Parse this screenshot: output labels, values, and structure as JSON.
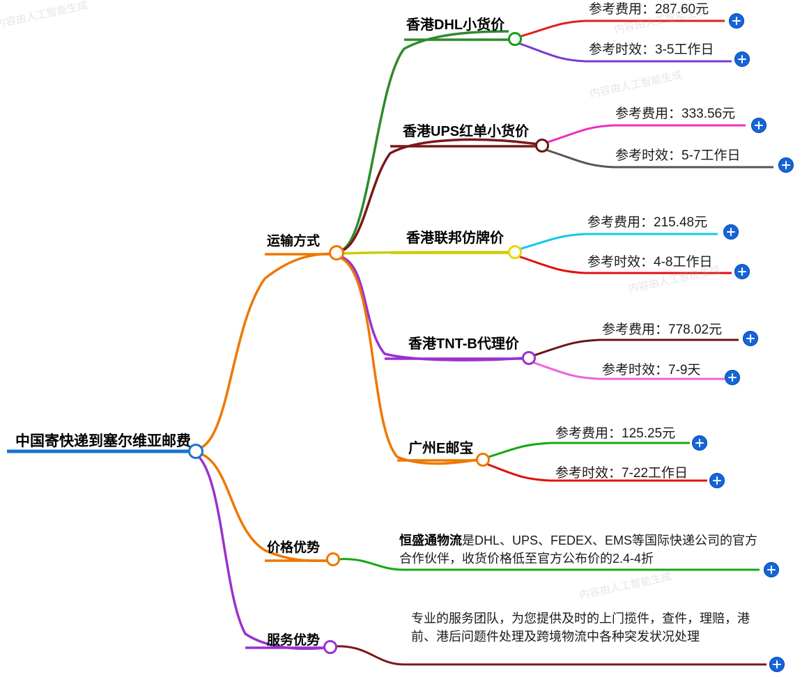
{
  "root": {
    "label": "中国寄快递到塞尔维亚邮费",
    "underline_color": "#1874d2",
    "node_color": "#1874d2"
  },
  "branches": [
    {
      "label": "运输方式",
      "node_color": "#ee7700",
      "link_color": "#ee7700",
      "children": [
        {
          "label": "香港DHL小货价",
          "node_color": "#11a011",
          "link_color": "#2d8a2d",
          "leaves": [
            {
              "label": "参考费用：287.60元",
              "link_color": "#e02020",
              "button": "plus-button"
            },
            {
              "label": "参考时效：3-5工作日",
              "link_color": "#7a3ad0",
              "button": "plus-button"
            }
          ]
        },
        {
          "label": "香港UPS红单小货价",
          "node_color": "#6b1414",
          "link_color": "#7a1818",
          "leaves": [
            {
              "label": "参考费用：333.56元",
              "link_color": "#ee2ec0",
              "button": "plus-button"
            },
            {
              "label": "参考时效：5-7工作日",
              "link_color": "#555555",
              "button": "plus-button"
            }
          ]
        },
        {
          "label": "香港联邦仿牌价",
          "node_color": "#e8d800",
          "link_color": "#cccc00",
          "leaves": [
            {
              "label": "参考费用：215.48元",
              "link_color": "#12c8e8",
              "button": "plus-button"
            },
            {
              "label": "参考时效：4-8工作日",
              "link_color": "#e01010",
              "button": "plus-button"
            }
          ]
        },
        {
          "label": "香港TNT-B代理价",
          "node_color": "#9b30d0",
          "link_color": "#9b30d0",
          "leaves": [
            {
              "label": "参考费用：778.02元",
              "link_color": "#6b1414",
              "button": "plus-button"
            },
            {
              "label": "参考时效：7-9天",
              "link_color": "#f060e0",
              "button": "plus-button"
            }
          ]
        },
        {
          "label": "广州E邮宝",
          "node_color": "#ee7700",
          "link_color": "#ee7700",
          "leaves": [
            {
              "label": "参考费用：125.25元",
              "link_color": "#14a814",
              "button": "plus-button"
            },
            {
              "label": "参考时效：7-22工作日",
              "link_color": "#e01010",
              "button": "plus-button"
            }
          ]
        }
      ]
    },
    {
      "label": "价格优势",
      "node_color": "#ee7700",
      "link_color": "#ee7700",
      "children": [],
      "note": {
        "strong": "恒盛通物流",
        "text": "是DHL、UPS、FEDEX、EMS等国际快递公司的官方合作伙伴，收货价格低至官方公布价的2.4-4折",
        "link_color": "#14a814",
        "button": "plus-button"
      }
    },
    {
      "label": "服务优势",
      "node_color": "#9b30d0",
      "link_color": "#9b30d0",
      "children": [],
      "note": {
        "strong": "",
        "text": "专业的服务团队，为您提供及时的上门揽件，查件，理赔，港前、港后问题件处理及跨境物流中各种突发状况处理",
        "link_color": "#7a1818",
        "button": "plus-button"
      }
    }
  ],
  "watermark": "内容由人工智能生成"
}
